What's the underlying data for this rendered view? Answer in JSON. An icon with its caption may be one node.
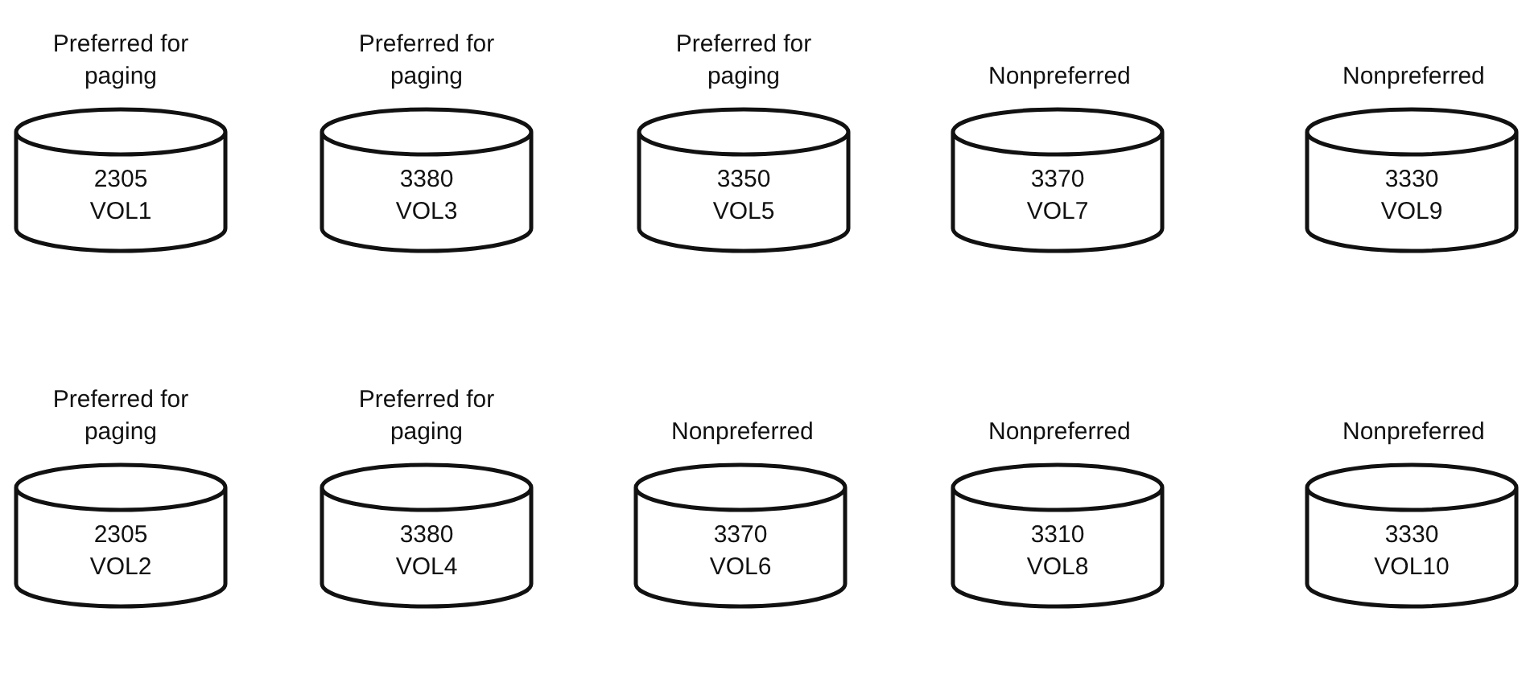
{
  "diagram": {
    "nodes": [
      {
        "text": [
          "Preferred for paging",
          "2305",
          "VOL1"
        ]
      },
      {
        "text": [
          "Preferred for paging",
          "3380",
          "VOL3"
        ]
      },
      {
        "text": [
          "Preferred for paging",
          "3350",
          "VOL5"
        ]
      },
      {
        "text": [
          "Nonpreferred",
          "3370",
          "VOL7"
        ]
      },
      {
        "text": [
          "Nonpreferred",
          "3330",
          "VOL9"
        ]
      },
      {
        "text": [
          "Preferred for paging",
          "2305",
          "VOL2"
        ]
      },
      {
        "text": [
          "Preferred for paging",
          "3380",
          "VOL4"
        ]
      },
      {
        "text": [
          "Nonpreferred",
          "3370",
          "VOL6"
        ]
      },
      {
        "text": [
          "Nonpreferred",
          "3310",
          "VOL8"
        ]
      },
      {
        "text": [
          "Nonpreferred",
          "3330",
          "VOL10"
        ]
      }
    ]
  }
}
